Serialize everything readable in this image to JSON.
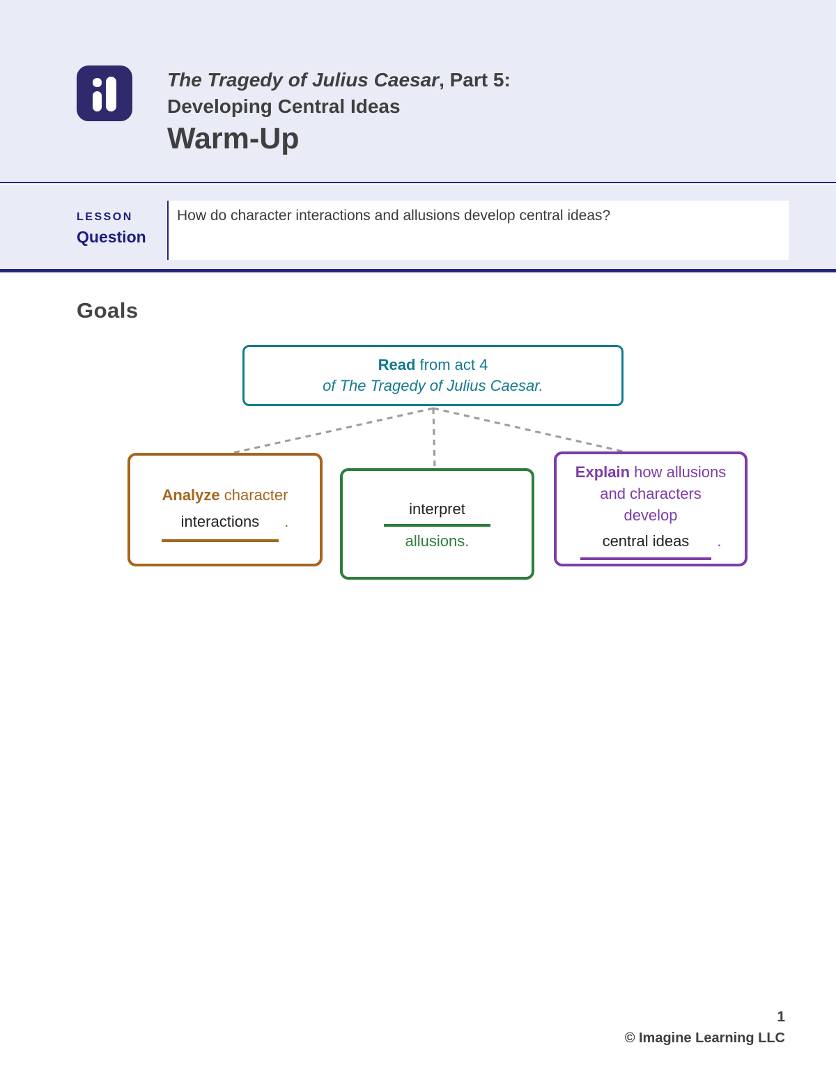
{
  "header": {
    "title_italic": "The Tragedy of Julius Caesar",
    "title_part": ", Part 5:",
    "subtitle": "Developing Central Ideas",
    "page_type": "Warm-Up"
  },
  "lesson": {
    "label_top": "LESSON",
    "label_bottom": "Question",
    "question": "How do character interactions and allusions develop central ideas?"
  },
  "goals": {
    "heading": "Goals",
    "read_box": {
      "line1_bold": "Read",
      "line1_rest": " from act 4",
      "line2_italic": "of The Tragedy of Julius Caesar."
    },
    "analyze_box": {
      "bold": "Analyze",
      "rest": " character",
      "blank_text": "interactions",
      "period": "."
    },
    "interpret_box": {
      "blank_text": "interpret",
      "below_text": "allusions."
    },
    "explain_box": {
      "bold": "Explain",
      "line1_rest": " how allusions",
      "line2": "and characters",
      "line3": "develop",
      "blank_text": "central ideas",
      "period": "."
    }
  },
  "footer": {
    "page_number": "1",
    "copyright": "© Imagine Learning LLC"
  },
  "colors": {
    "band_background": "#e9ecf6",
    "accent_navy": "#26267f",
    "logo_navy": "#2e2a6b",
    "teal": "#147a8e",
    "brown": "#a5661c",
    "green": "#2e7d3c",
    "purple": "#7d3ca8",
    "dash_gray": "#9b9b9b"
  }
}
